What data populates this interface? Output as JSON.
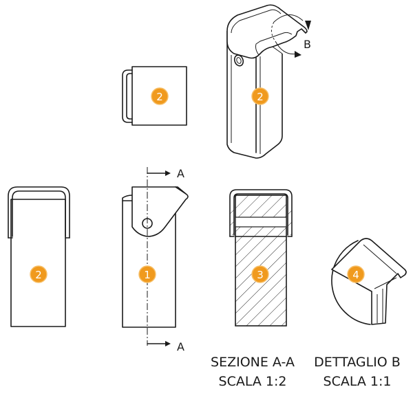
{
  "markers": {
    "top_block": "2",
    "iso_view": "2",
    "front_left": "2",
    "side_view": "1",
    "section": "3",
    "detail": "4"
  },
  "labels": {
    "section_top": "A",
    "section_bottom": "A",
    "detail_ref": "B"
  },
  "captions": {
    "section_title": "SEZIONE A-A",
    "section_scale": "SCALA 1:2",
    "detail_title": "DETTAGLIO B",
    "detail_scale": "SCALA 1:1"
  },
  "colors": {
    "marker_fill": "#f09a1e",
    "line": "#1a1a1a"
  }
}
